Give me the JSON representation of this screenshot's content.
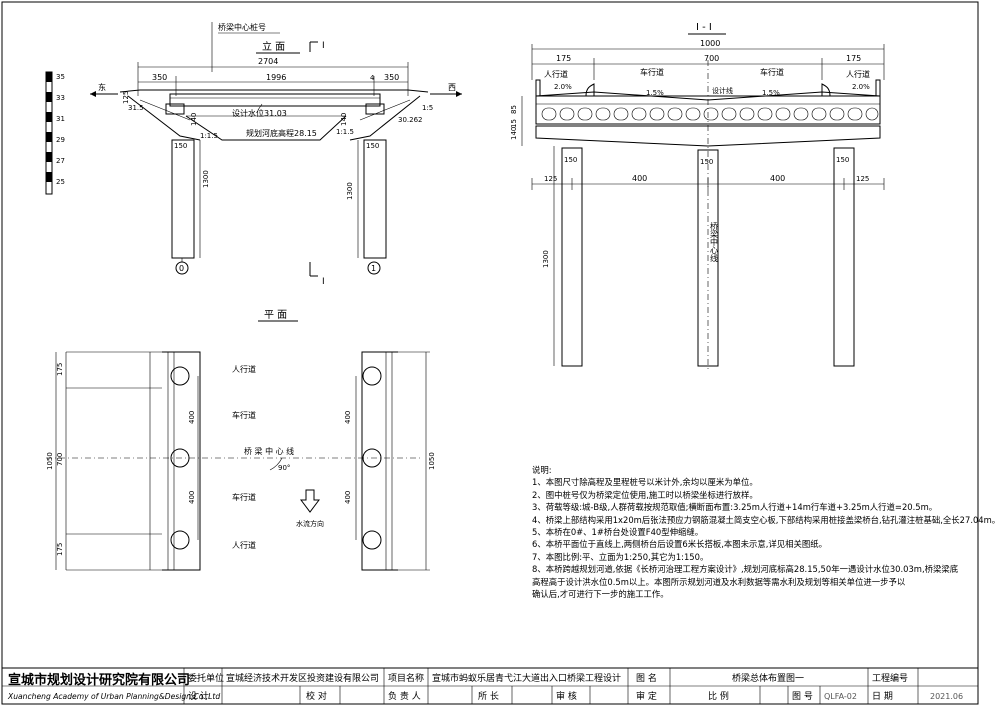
{
  "elevation": {
    "title": "立 面",
    "center_pile_label": "桥梁中心桩号",
    "section_mark": "I",
    "east": "东",
    "west": "西",
    "total_len": "2704",
    "span_left": "350",
    "span_mid": "1996",
    "span_right": "350",
    "small_dim": "4",
    "design_water": "设计水位31.03",
    "planned_bed": "规划河底高程28.15",
    "level_left": "31.5",
    "level_right": "30.262",
    "slope": "1:1.5",
    "pile_head": "150",
    "pile_len": "1300",
    "h140": "140",
    "h125": "125",
    "slope_r": "1:5",
    "axis0": "0",
    "axis1": "1",
    "scale_ticks": [
      "35",
      "33",
      "31",
      "29",
      "27",
      "25"
    ]
  },
  "section": {
    "title": "I - I",
    "total": "1000",
    "w175a": "175",
    "w700": "700",
    "w175b": "175",
    "walk": "人行道",
    "road": "车行道",
    "s20": "2.0%",
    "s15": "1.5%",
    "design_line": "设计线",
    "h15": "15",
    "h140": "140",
    "h85": "85",
    "pile150": "150",
    "pile_len": "1300",
    "d125": "125",
    "d400": "400",
    "bridge_center": "桥梁中心线"
  },
  "plan": {
    "title": "平 面",
    "w1050": "1050",
    "w700": "700",
    "w175": "175",
    "w400": "400",
    "walk": "人行道",
    "road": "车行道",
    "center_line": "桥 梁 中 心 线",
    "angle": "90°",
    "flow": "水流方向"
  },
  "notes": {
    "title": "说明:",
    "items": [
      "1、本图尺寸除高程及里程桩号以米计外,余均以厘米为单位。",
      "2、图中桩号仅为桥梁定位使用,施工时以桥梁坐标进行放样。",
      "3、荷载等级:城-B级,人群荷载按规范取值;横断面布置:3.25m人行道+14m行车道+3.25m人行道=20.5m。",
      "4、桥梁上部结构采用1x20m后张法预应力钢筋混凝土简支空心板,下部结构采用桩接盖梁桥台,钻孔灌注桩基础,全长27.04m。",
      "5、本桥在0#、1#桥台处设置F40型伸缩缝。",
      "6、本桥平面位于直线上,两侧桥台后设置6米长搭板,本图未示意,详见相关图纸。",
      "7、本图比例:平、立面为1:250,其它为1:150。",
      "8、本桥跨越规划河道,依据《长桥河治理工程方案设计》,规划河底标高28.15,50年一遇设计水位30.03m,桥梁梁底",
      "   高程高于设计洪水位0.5m以上。本图所示规划河道及水利数据等需水利及规划等相关单位进一步予以",
      "   确认后,才可进行下一步的施工工作。"
    ]
  },
  "title_block": {
    "org_cn": "宣城市规划设计研究院有限公司",
    "org_en": "Xuancheng Academy of Urban Planning&Design,Co.,Ltd",
    "client_label": "委托单位",
    "client": "宣城经济技术开发区投资建设有限公司",
    "project_label": "项目名称",
    "project": "宣城市蚂蚁乐居青弋江大道出入口桥梁工程设计",
    "drawing_label": "图 名",
    "drawing": "桥梁总体布置图一",
    "project_no": "工程编号",
    "design": "设 计",
    "check": "校 对",
    "responsible": "负 责 人",
    "director": "所 长",
    "review": "审 核",
    "approve": "审 定",
    "scale": "比 例",
    "drawing_no_label": "图 号",
    "drawing_no": "QLFA-02",
    "date_label": "日 期",
    "date": "2021.06"
  }
}
